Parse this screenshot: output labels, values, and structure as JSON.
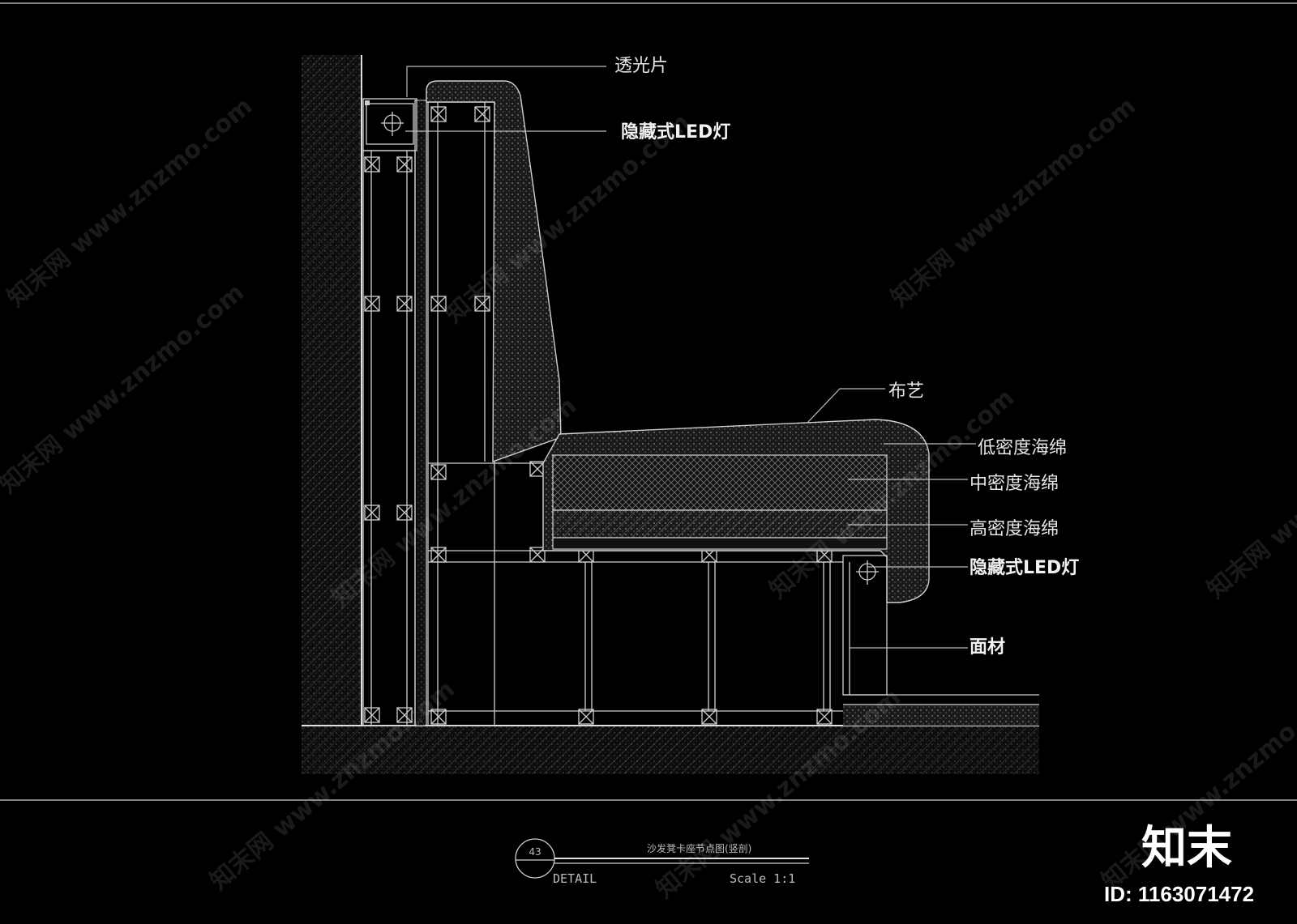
{
  "drawing": {
    "labels": {
      "translucent_sheet": "透光片",
      "hidden_led_top": "隐藏式LED灯",
      "fabric": "布艺",
      "low_density_foam": "低密度海绵",
      "mid_density_foam": "中密度海绵",
      "high_density_foam": "高密度海绵",
      "hidden_led_bottom": "隐藏式LED灯",
      "facing_material": "面材"
    }
  },
  "title_block": {
    "symbol_number": "43",
    "title": "沙发凳卡座节点图(竖剖)",
    "detail_label": "DETAIL",
    "scale_label": "Scale 1:1"
  },
  "watermark": {
    "text": "知末网 www.znzmo.com",
    "logo": "知末",
    "id_label": "ID: 1163071472"
  },
  "colors": {
    "background": "#000000",
    "line": "#cfcfcf"
  }
}
